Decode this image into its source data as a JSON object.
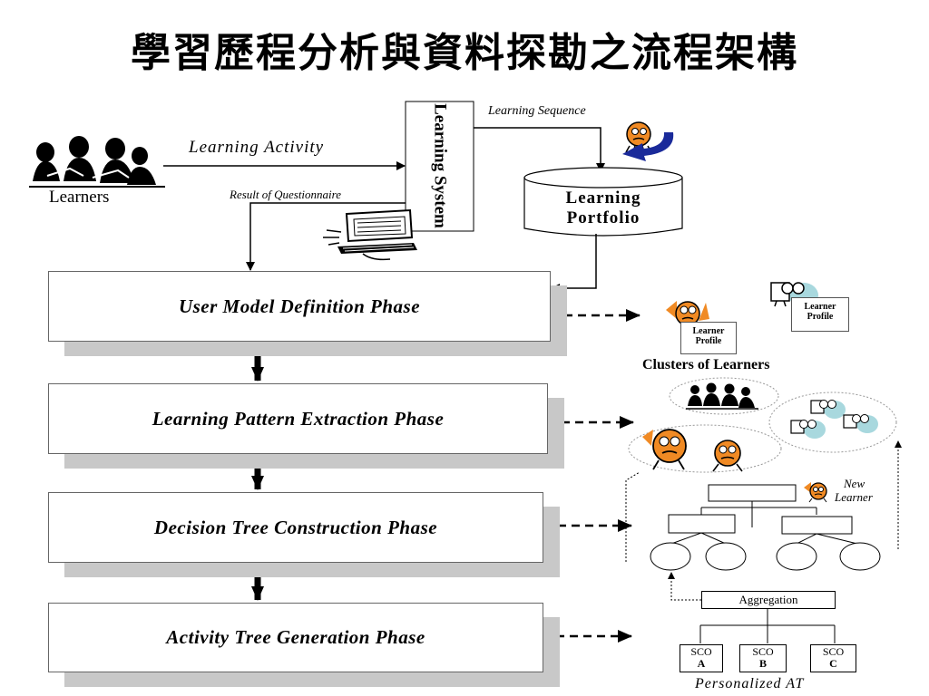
{
  "title": "學習歷程分析與資料探勘之流程架構",
  "top": {
    "learners_label": "Learners",
    "learning_activity": "Learning Activity",
    "result_of_questionnaire": "Result of Questionnaire",
    "learning_system": "Learning System",
    "learning_sequence": "Learning Sequence",
    "portfolio_line1": "Learning",
    "portfolio_line2": "Portfolio"
  },
  "phases": [
    {
      "label": "User Model Definition Phase"
    },
    {
      "label": "Learning Pattern Extraction Phase"
    },
    {
      "label": "Decision Tree Construction Phase"
    },
    {
      "label": "Activity Tree Generation Phase"
    }
  ],
  "right": {
    "profile_line1": "Learner",
    "profile_line2": "Profile",
    "clusters_label": "Clusters of Learners",
    "new_learner_line1": "New",
    "new_learner_line2": "Learner",
    "aggregation": "Aggregation",
    "sco": [
      {
        "line1": "SCO",
        "line2": "A"
      },
      {
        "line1": "SCO",
        "line2": "B"
      },
      {
        "line1": "SCO",
        "line2": "C"
      }
    ],
    "personalized_at": "Personalized AT"
  },
  "colors": {
    "face_orange": "#f08a24",
    "arrow_blue": "#1a2a9a",
    "shadow_gray": "#c8c8c8",
    "cyan_blob": "#a8d8de"
  }
}
